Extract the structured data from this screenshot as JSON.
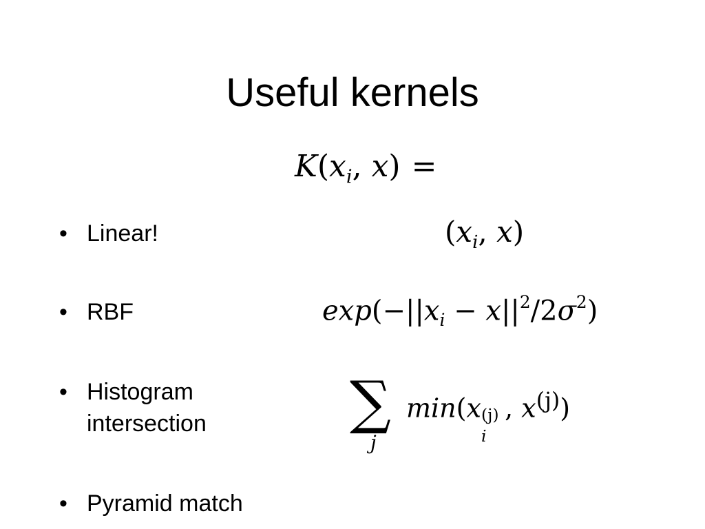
{
  "slide": {
    "title": "Useful kernels"
  },
  "header_formula": {
    "lhs_name": "K",
    "arg_1": "x",
    "arg_1_sub": "i",
    "arg_2": "x",
    "equals": "="
  },
  "bullets": [
    {
      "symbol": "•",
      "label": "Linear!",
      "formula": {
        "open": "(",
        "var_1": "x",
        "var_1_sub": "i",
        "sep": ", ",
        "var_2": "x",
        "close": ")"
      }
    },
    {
      "symbol": "•",
      "label": "RBF",
      "formula": {
        "fn": "exp",
        "open": "(−||",
        "var_1": "x",
        "var_1_sub": "i",
        "minus": " − ",
        "var_2": "x",
        "norm_close": "||",
        "norm_exp": "2",
        "div": "/2",
        "sigma": "σ",
        "sigma_exp": "2",
        "close": ")"
      }
    },
    {
      "symbol": "•",
      "label_line_1": "Histogram",
      "label_line_2": "intersection",
      "formula": {
        "sum_symbol": "∑",
        "sum_index": "j",
        "fn": "min",
        "open": "(",
        "var_1": "x",
        "var_1_sup": "(j)",
        "var_1_sub": "i",
        "sep": ", ",
        "var_2": "x",
        "var_2_sup": "(j)",
        "close": ")"
      }
    },
    {
      "symbol": "•",
      "label": "Pyramid match"
    }
  ]
}
